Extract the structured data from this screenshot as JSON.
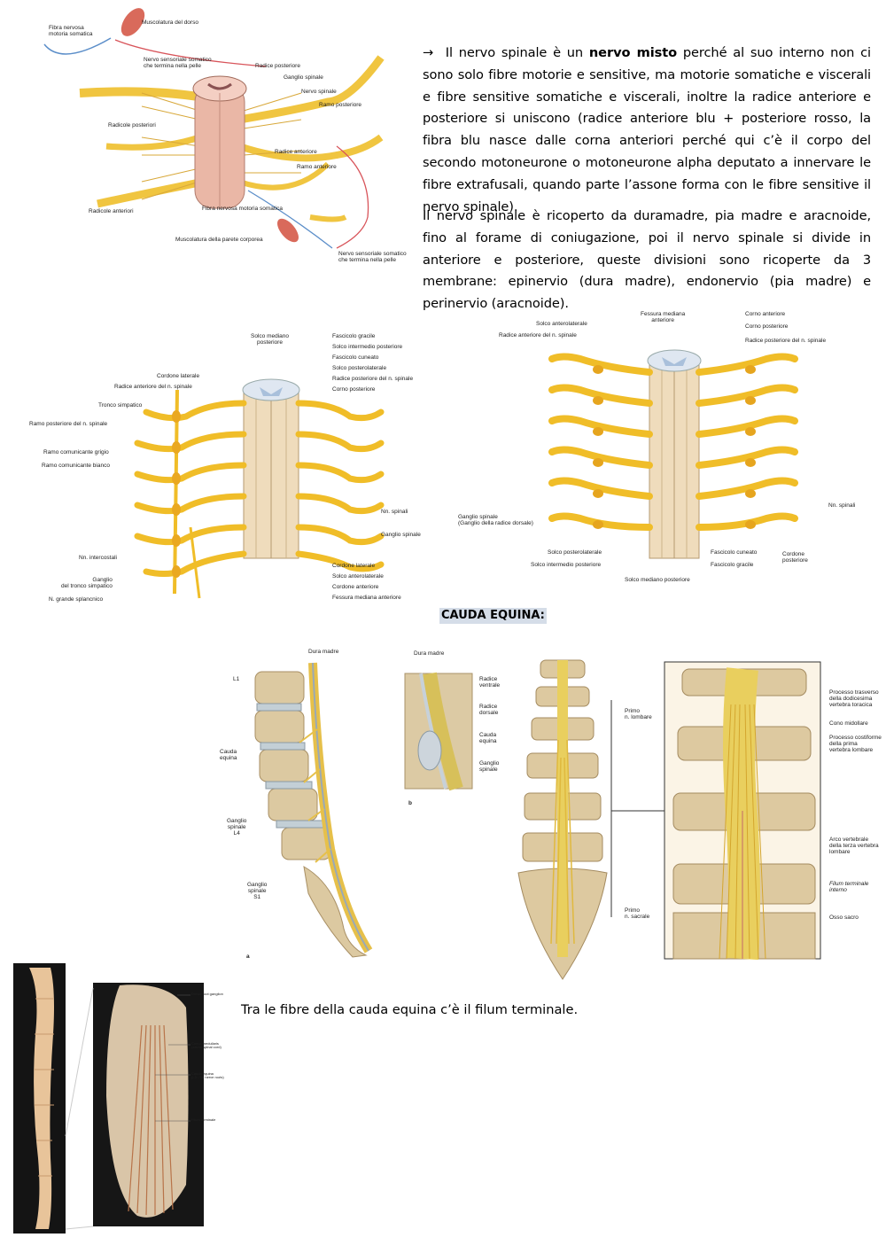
{
  "paragraph1": {
    "arrow": "→",
    "pre": "Il nervo spinale è un ",
    "bold": "nervo misto",
    "post": " perché al suo interno non ci sono solo fibre motorie e sensitive, ma motorie somatiche e viscerali e fibre sensitive somatiche e viscerali, inoltre la radice anteriore e posteriore si uniscono (radice anteriore blu + posteriore rosso, la fibra blu nasce dalle corna anteriori perché qui c’è il corpo del secondo motoneurone o motoneurone alpha deputato a innervare le fibre extrafusali, quando parte l’assone forma con le fibre sensitive il nervo spinale)."
  },
  "paragraph2": "Il nervo spinale è ricoperto da duramadre, pia madre e aracnoide, fino al forame di coniugazione, poi il nervo spinale si divide in anteriore e posteriore, queste divisioni sono ricoperte da 3 membrane: epinervio (dura madre), endonervio (pia madre) e perinervio (aracnoide).",
  "heading": "CAUDA EQUINA:",
  "caption": "Tra le fibre della cauda equina c’è il filum terminale.",
  "figure1": {
    "labels": {
      "fibra_motoria": "Fibra nervosa\nmotoria somatica",
      "muscolatura_dorso": "Muscolatura del dorso",
      "nervo_sensoriale_pelle": "Nervo sensoriale somatico\nche termina nella pelle",
      "radice_posteriore": "Radice posteriore",
      "ganglio_spinale": "Ganglio spinale",
      "nervo_spinale": "Nervo spinale",
      "ramo_posteriore": "Ramo posteriore",
      "radicole_posteriori": "Radicole posteriori",
      "radice_anteriore": "Radice anteriore",
      "ramo_anteriore": "Ramo anteriore",
      "radicole_anteriori": "Radicole anteriori",
      "fibra_motoria_somatica": "Fibra nervosa motoria somatica",
      "muscolatura_parete": "Muscolatura della parete corporea",
      "nervo_sensoriale_somatico": "Nervo sensoriale somatico\nche termina nella pelle"
    }
  },
  "figure2": {
    "labels": {
      "solco_mediano_posteriore": "Solco mediano\nposteriore",
      "fascicolo_gracile": "Fascicolo gracile",
      "solco_intermedio_posteriore": "Solco intermedio posteriore",
      "fascicolo_cuneato": "Fascicolo cuneato",
      "solco_posterolaterale": "Solco posterolaterale",
      "radice_posteriore": "Radice posteriore del n. spinale",
      "corno_posteriore": "Corno posteriore",
      "cordone_laterale": "Cordone laterale",
      "radice_anteriore": "Radice anteriore del n. spinale",
      "tronco_simpatico": "Tronco simpatico",
      "ramo_posteriore": "Ramo posteriore del n. spinale",
      "ramo_grigio": "Ramo comunicante grigio",
      "ramo_bianco": "Ramo comunicante bianco",
      "nn_spinali": "Nn. spinali",
      "ganglio_spinale": "Ganglio spinale",
      "nn_intercostali": "Nn. intercostali",
      "ganglio_tronco": "Ganglio\ndel tronco simpatico",
      "grande_splancnico": "N. grande splancnico",
      "cordone_laterale_b": "Cordone laterale",
      "solco_anterolaterale": "Solco anterolaterale",
      "cordone_anteriore": "Cordone anteriore",
      "fessura_mediana_anteriore": "Fessura mediana anteriore"
    }
  },
  "figure3": {
    "labels": {
      "fessura_mediana": "Fessura mediana\nanteriore",
      "corno_anteriore": "Corno anteriore",
      "corno_posteriore": "Corno posteriore",
      "solco_anterolaterale": "Solco anterolaterale",
      "radice_anteriore": "Radice anteriore del n. spinale",
      "radice_posteriore": "Radice posteriore del n. spinale",
      "nn_spinali": "Nn. spinali",
      "ganglio_spinale": "Ganglio spinale\n(Ganglio della radice dorsale)",
      "solco_posterolaterale": "Solco posterolaterale",
      "solco_intermedio": "Solco intermedio posteriore",
      "fascicolo_cuneato": "Fascicolo cuneato",
      "fascicolo_gracile": "Fascicolo gracile",
      "cordone_posteriore": "Cordone\nposteriore",
      "solco_mediano": "Solco mediano posteriore"
    }
  },
  "figure4": {
    "labels": {
      "dura_madre": "Dura madre",
      "l1": "L1",
      "cauda_equina": "Cauda\nequina",
      "ganglio_l4": "Ganglio\nspinale\nL4",
      "ganglio_s1": "Ganglio\nspinale\nS1",
      "letter_a": "a"
    }
  },
  "figure5": {
    "labels": {
      "dura_madre": "Dura madre",
      "radice_ventrale": "Radice\nventrale",
      "radice_dorsale": "Radice\ndorsale",
      "cauda_equina": "Cauda\nequina",
      "ganglio_spinale": "Ganglio\nspinale",
      "letter_b": "b"
    }
  },
  "figure6": {
    "labels": {
      "primo_lombare": "Primo\nn. lombare",
      "primo_sacrale": "Primo\nn. sacrale",
      "processo_trasverso": "Processo trasverso\ndella dodicesima\nvertebra toracica",
      "cono_midollare": "Cono midollare",
      "processo_costiforme": "Processo costiforme\ndella prima\nvertebra lombare",
      "arco_vertebrale": "Arco vertebrale\ndella terza vertebra\nlombare",
      "filum_terminale": "Filum terminale\ninterno",
      "osso_sacro": "Osso sacro"
    }
  },
  "figure7": {
    "labels": {
      "dorsal_root_ganglion": "Dorsal root ganglion",
      "conus_medullaris": "Conus medullaris\n(sacral spinal cord)",
      "cauda_equina": "Cauda equina\n(L3 - S5 nerve roots)",
      "filum_terminale": "Filum terminale"
    }
  },
  "colors": {
    "nerve_yellow": "#f2c230",
    "cord_pink": "#e9b6a8",
    "bone": "#d9c9a3",
    "highlight": "#d5dde8"
  }
}
